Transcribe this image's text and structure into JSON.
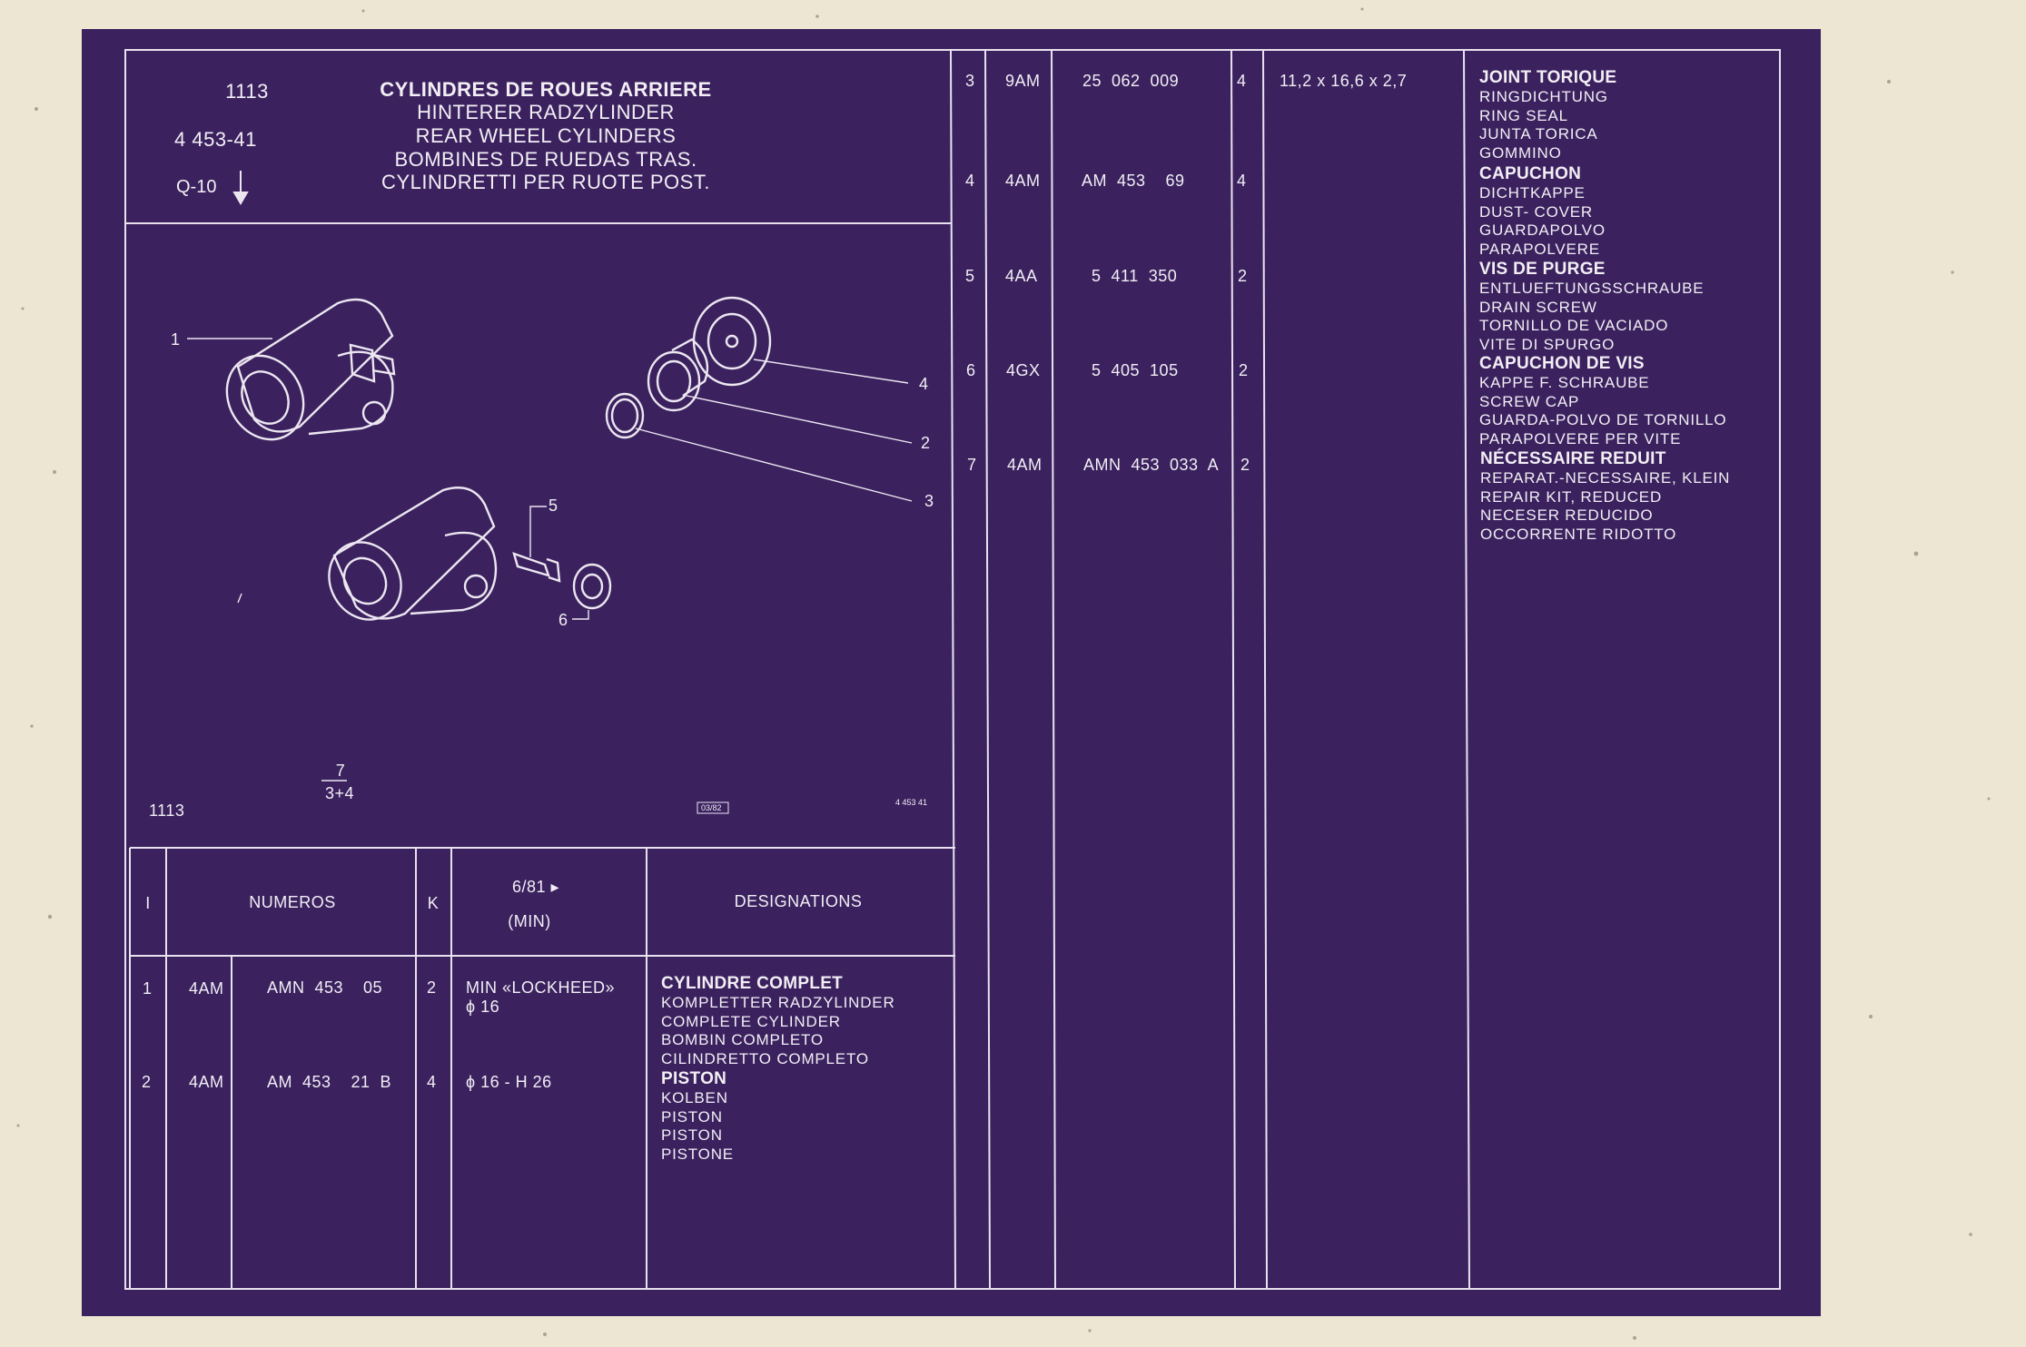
{
  "header": {
    "group_code": "1113",
    "part_ref": "4 453-41",
    "qty_ref": "Q-10",
    "titles": [
      "CYLINDRES DE ROUES ARRIERE",
      "HINTERER RADZYLINDER",
      "REAR WHEEL CYLINDERS",
      "BOMBINES DE RUEDAS TRAS.",
      "CYLINDRETTI PER RUOTE POST."
    ]
  },
  "drawing": {
    "callouts": [
      "1",
      "4",
      "2",
      "3",
      "5",
      "6"
    ],
    "kit_top": "7",
    "kit_bottom": "3+4",
    "footer_code": "1113",
    "date_stamp": "03/82",
    "drawing_ref": "4 453 41"
  },
  "table_header": {
    "index": "I",
    "numbers": "NUMEROS",
    "qty": "K",
    "date": "6/81 ▸",
    "date_sub": "(MIN)",
    "designations": "DESIGNATIONS"
  },
  "left_rows": [
    {
      "index": "1",
      "prefix": "4AM",
      "number": "AMN  453    05",
      "qty": "2",
      "spec": [
        "MIN «LOCKHEED»",
        "ϕ 16"
      ],
      "names": [
        "CYLINDRE COMPLET",
        "KOMPLETTER RADZYLINDER",
        "COMPLETE CYLINDER",
        "BOMBIN COMPLETO",
        "CILINDRETTO COMPLETO"
      ]
    },
    {
      "index": "2",
      "prefix": "4AM",
      "number": "AM  453    21  B",
      "qty": "4",
      "spec": [
        "ϕ 16 - H 26"
      ],
      "names": [
        "PISTON",
        "KOLBEN",
        "PISTON",
        "PISTON",
        "PISTONE"
      ]
    }
  ],
  "right_rows": [
    {
      "index": "3",
      "prefix": "9AM",
      "number": "25  062  009",
      "qty": "4",
      "spec": "11,2 x 16,6 x 2,7",
      "names": [
        "JOINT TORIQUE",
        "RINGDICHTUNG",
        "RING SEAL",
        "JUNTA TORICA",
        "GOMMINO"
      ]
    },
    {
      "index": "4",
      "prefix": "4AM",
      "number": "AM  453    69",
      "qty": "4",
      "spec": "",
      "names": [
        "CAPUCHON",
        "DICHTKAPPE",
        "DUST- COVER",
        "GUARDAPOLVO",
        "PARAPOLVERE"
      ]
    },
    {
      "index": "5",
      "prefix": "4AA",
      "number": "5  411  350",
      "qty": "2",
      "spec": "",
      "names": [
        "VIS DE PURGE",
        "ENTLUEFTUNGSSCHRAUBE",
        "DRAIN SCREW",
        "TORNILLO DE VACIADO",
        "VITE DI SPURGO"
      ]
    },
    {
      "index": "6",
      "prefix": "4GX",
      "number": "5  405  105",
      "qty": "2",
      "spec": "",
      "names": [
        "CAPUCHON DE VIS",
        "KAPPE F. SCHRAUBE",
        "SCREW CAP",
        "GUARDA-POLVO DE TORNILLO",
        "PARAPOLVERE PER VITE"
      ]
    },
    {
      "index": "7",
      "prefix": "4AM",
      "number": "AMN  453  033  A",
      "qty": "2",
      "spec": "",
      "names": [
        "NÉCESSAIRE REDUIT",
        "REPARAT.-NECESSAIRE, KLEIN",
        "REPAIR KIT, REDUCED",
        "NECESER REDUCIDO",
        "OCCORRENTE RIDOTTO"
      ]
    }
  ]
}
